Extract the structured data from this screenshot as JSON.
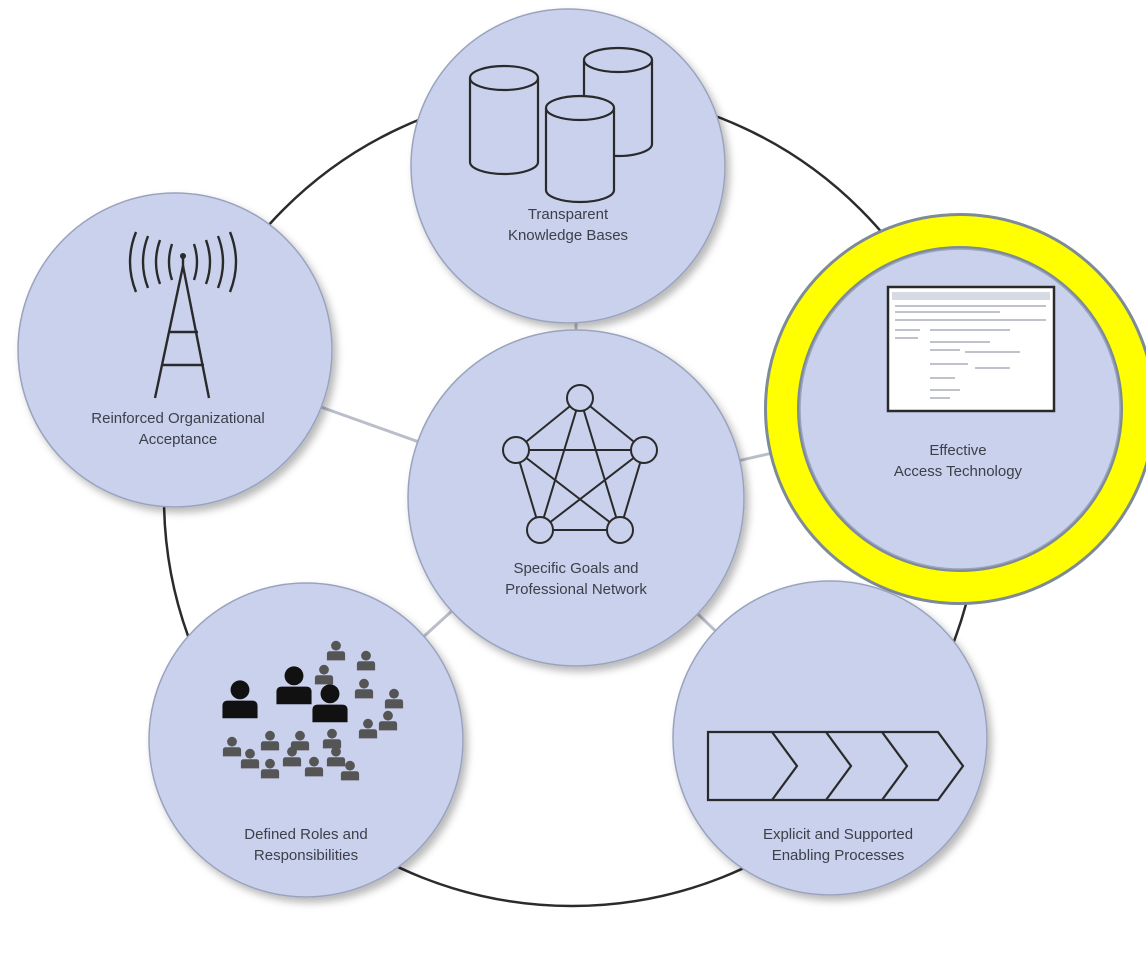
{
  "colors": {
    "node_fill": "#c9d1ed",
    "node_edge": "#9aa3bd",
    "ring": "#2b2b2b",
    "spoke": "#b9bec9",
    "icon": "#2a2a2a",
    "highlight": "#ffff00",
    "highlight_border": "#7d8b96",
    "text": "#3d4049"
  },
  "nodes": {
    "knowledge": {
      "icon": "database-icon",
      "line1": "Transparent",
      "line2": "Knowledge Bases"
    },
    "technology": {
      "icon": "screen-document-icon",
      "line1": "Effective",
      "line2": "Access Technology",
      "highlighted": true
    },
    "processes": {
      "icon": "process-chevrons-icon",
      "line1": "Explicit and Supported",
      "line2": "Enabling Processes"
    },
    "roles": {
      "icon": "people-group-icon",
      "line1": "Defined Roles and",
      "line2": "Responsibilities"
    },
    "acceptance": {
      "icon": "radio-tower-icon",
      "line1": "Reinforced Organizational",
      "line2": "Acceptance"
    },
    "center": {
      "icon": "network-pentagon-icon",
      "line1": "Specific Goals and",
      "line2": "Professional Network"
    }
  }
}
